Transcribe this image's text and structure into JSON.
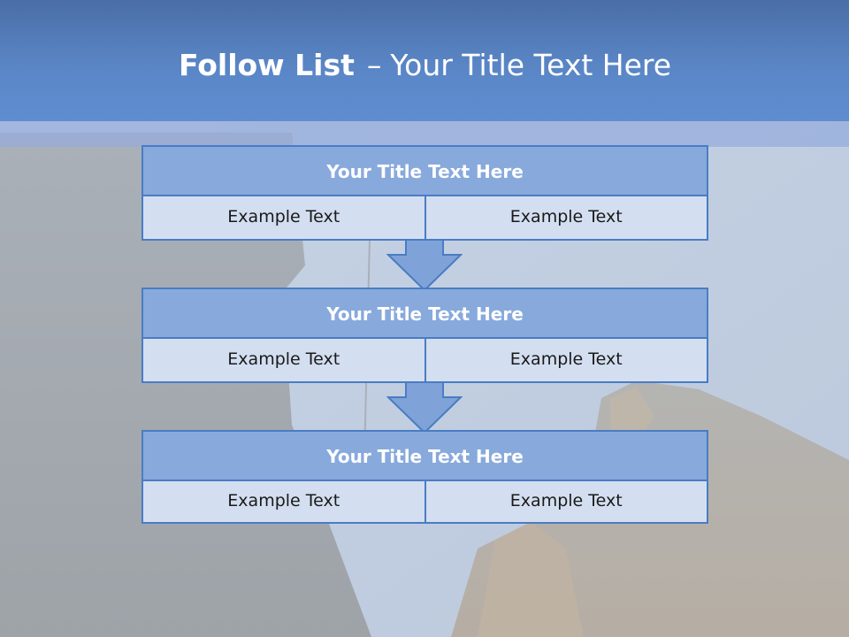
{
  "slide": {
    "title_bold": "Follow List",
    "title_dash": "–",
    "title_rest": "Your Title Text Here"
  },
  "blocks": [
    {
      "title": "Your Title Text Here",
      "left": "Example Text",
      "right": "Example Text"
    },
    {
      "title": "Your Title Text Here",
      "left": "Example Text",
      "right": "Example Text"
    },
    {
      "title": "Your Title Text Here",
      "left": "Example Text",
      "right": "Example Text"
    }
  ],
  "colors": {
    "header": "#5a86c6",
    "block_title_fill": "#88a9dc",
    "block_cell_fill": "#d3dff0",
    "border": "#4a7cc4",
    "arrow_fill": "#7fa3d8"
  },
  "icons": {
    "arrow": "down-arrow-icon"
  }
}
